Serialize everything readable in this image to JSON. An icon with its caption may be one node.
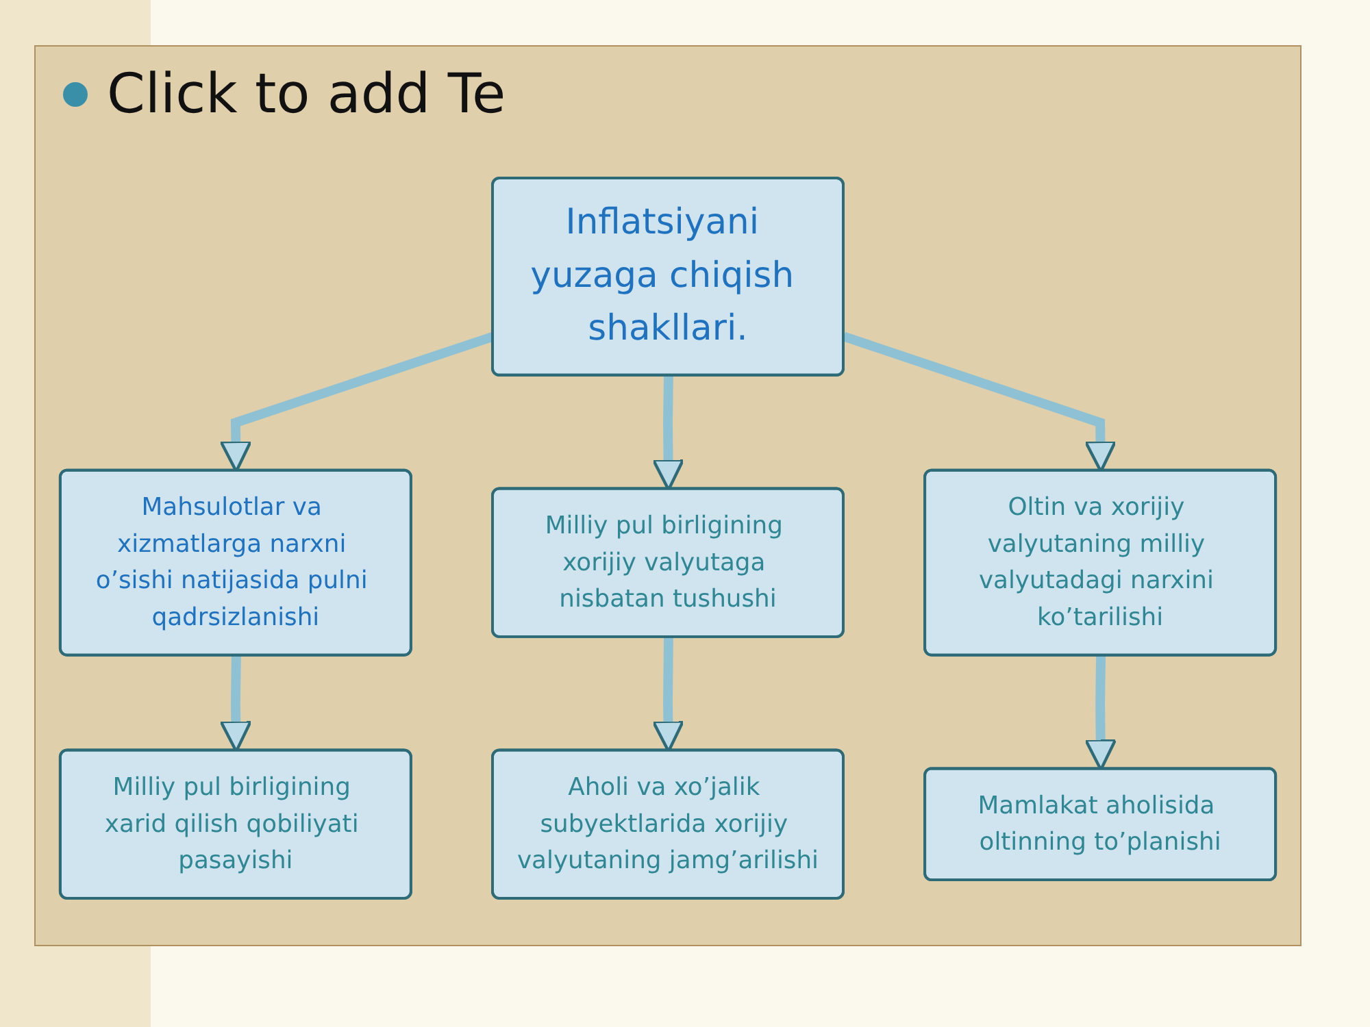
{
  "diagram": {
    "nodes": [
      {
        "text": [
          "Inflatsiyani yuzaga chiqish shakllari."
        ]
      },
      {
        "text": [
          "Mahsulotlar va xizmatlarga narxni o’sishi natijasida pulni qadrsizlanishi"
        ]
      },
      {
        "text": [
          "Milliy pul birligining xorijiy valyutaga nisbatan tushushi"
        ]
      },
      {
        "text": [
          "Oltin va xorijiy valyutaning milliy valyutadagi narxini ko’tarilishi"
        ]
      },
      {
        "text": [
          "Milliy pul birligining xarid qilish qobiliyati pasayishi"
        ]
      },
      {
        "text": [
          "Aholi va xo’jalik subyektlarida xorijiy valyutaning jamg’arilishi"
        ]
      },
      {
        "text": [
          "Mamlakat aholisida oltinning to’planishi"
        ]
      }
    ],
    "edges": [
      {
        "from": 0,
        "to": 1,
        "arrow": "to"
      },
      {
        "from": 0,
        "to": 2,
        "arrow": "to"
      },
      {
        "from": 0,
        "to": 3,
        "arrow": "to"
      },
      {
        "from": 1,
        "to": 4,
        "arrow": "to"
      },
      {
        "from": 2,
        "to": 5,
        "arrow": "to"
      },
      {
        "from": 3,
        "to": 6,
        "arrow": "to"
      }
    ],
    "labels": [
      "Click to add Te"
    ]
  }
}
